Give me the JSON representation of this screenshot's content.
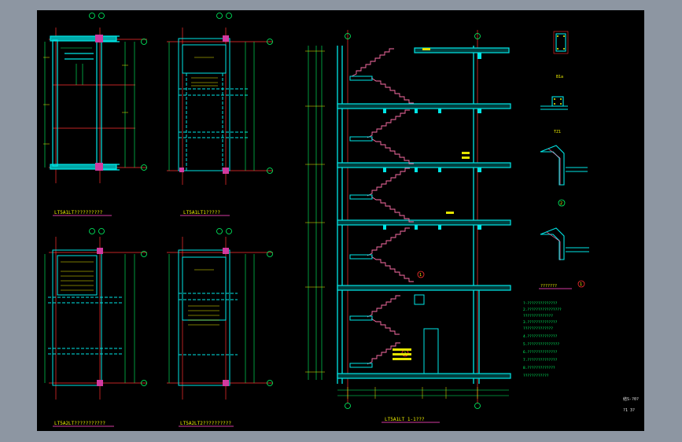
{
  "plans": [
    {
      "title": "LT5A1LT??????????"
    },
    {
      "title": "LT5A1LT1?????"
    },
    {
      "title": "LT5A2LT???????????"
    },
    {
      "title": "LT5A2LT2??????????"
    }
  ],
  "section": {
    "title": "LT5A1LT 1-1???",
    "circle_marks": [
      "1",
      "2"
    ]
  },
  "details": {
    "labels": [
      "B1a",
      "TZ1",
      "???????"
    ],
    "circle_marks": [
      "2",
      "1"
    ]
  },
  "notes": [
    "?-??????????????",
    "2.????????????????",
    "  ??????????????",
    "3.??????????????",
    "  ??????????????",
    "4.??????????????",
    "5.???????????????",
    "6.??????????????",
    "7.??????????????",
    "8.?????????????",
    "  ????????????"
  ],
  "title_block": {
    "drawing_no": "结S-?0?",
    "scale": "?1 3?"
  },
  "colors": {
    "frame": "#8d96a2",
    "background": "#000000",
    "wall": "#00e6e6",
    "axis": "#ff3030",
    "dims": "#00ff66",
    "text": "#f0f000"
  }
}
